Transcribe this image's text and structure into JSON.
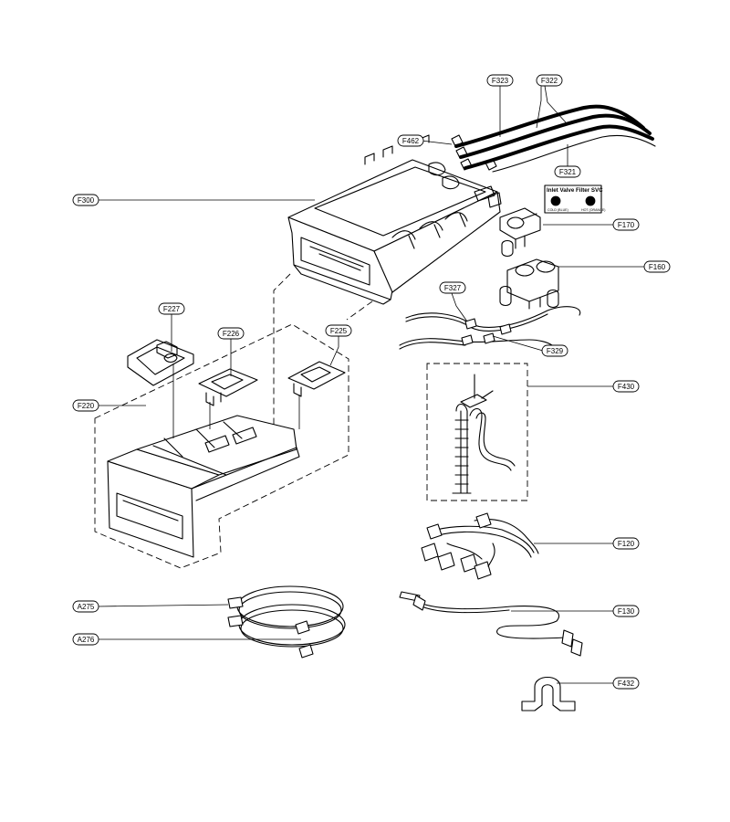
{
  "callouts": {
    "F323": "F323",
    "F322": "F322",
    "F462": "F462",
    "F321": "F321",
    "F300": "F300",
    "F170": "F170",
    "F160": "F160",
    "F327": "F327",
    "F329": "F329",
    "F227": "F227",
    "F226": "F226",
    "F225": "F225",
    "F220": "F220",
    "F430": "F430",
    "F120": "F120",
    "F130": "F130",
    "A275": "A275",
    "A276": "A276",
    "F432": "F432"
  },
  "service_label": {
    "title": "Inlet Valve Filter SVC",
    "left": "COLD (BLUE)",
    "right": "HOT (ORANGE)"
  }
}
